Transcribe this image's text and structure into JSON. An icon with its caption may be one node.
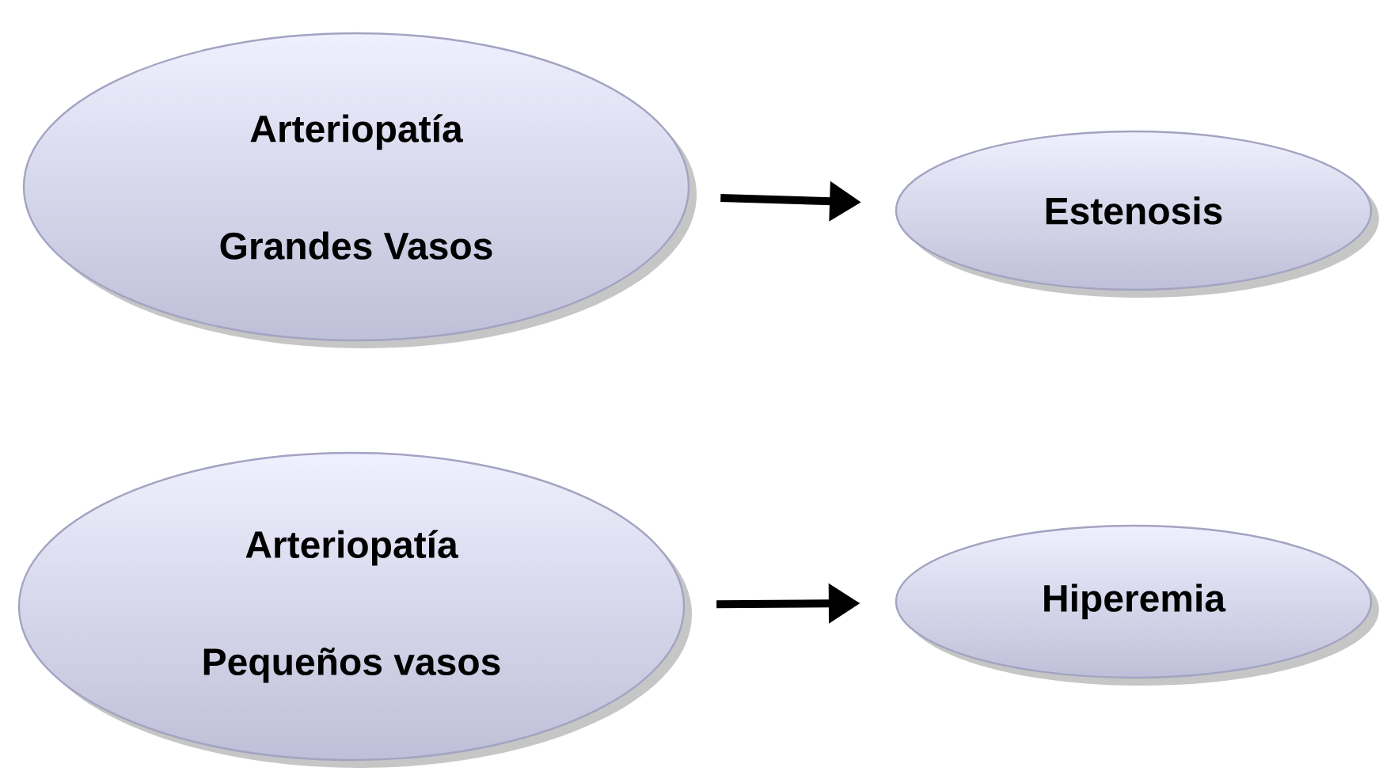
{
  "diagram": {
    "nodes": [
      {
        "text": [
          "Arteriopatía",
          "Grandes Vasos"
        ]
      },
      {
        "text": [
          "Estenosis"
        ]
      },
      {
        "text": [
          "Arteriopatía",
          "Pequeños vasos"
        ]
      },
      {
        "text": [
          "Hiperemia"
        ]
      }
    ],
    "edges": [
      {
        "from": 0,
        "to": 1,
        "arrow": "to"
      },
      {
        "from": 2,
        "to": 3,
        "arrow": "to"
      }
    ]
  }
}
